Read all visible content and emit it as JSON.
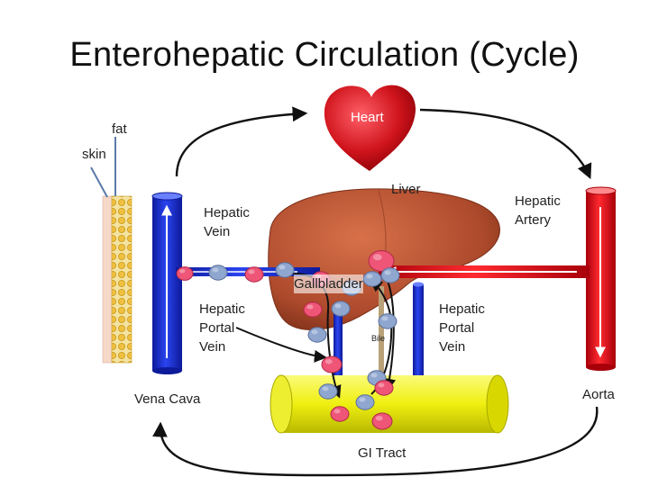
{
  "title": "Enterohepatic Circulation (Cycle)",
  "labels": {
    "heart": "Heart",
    "fat": "fat",
    "skin": "skin",
    "liver": "Liver",
    "hepatic_vein": "Hepatic\nVein",
    "hepatic_artery": "Hepatic\nArtery",
    "gallbladder": "Gallbladder",
    "hepatic_portal_vein_left": "Hepatic\nPortal\nVein",
    "hepatic_portal_vein_right": "Hepatic\nPortal\nVein",
    "bile": "Bile",
    "vena_cava": "Vena Cava",
    "aorta": "Aorta",
    "gi_tract": "GI Tract"
  },
  "colors": {
    "vein_blue": "#1a2fd6",
    "artery_red": "#e8101a",
    "gi_yellow": "#f2f216",
    "liver_brown": "#b5502f",
    "heart_red": "#d41a22",
    "molecule_pink": "#ee5577",
    "molecule_blue": "#8fa6cf"
  }
}
